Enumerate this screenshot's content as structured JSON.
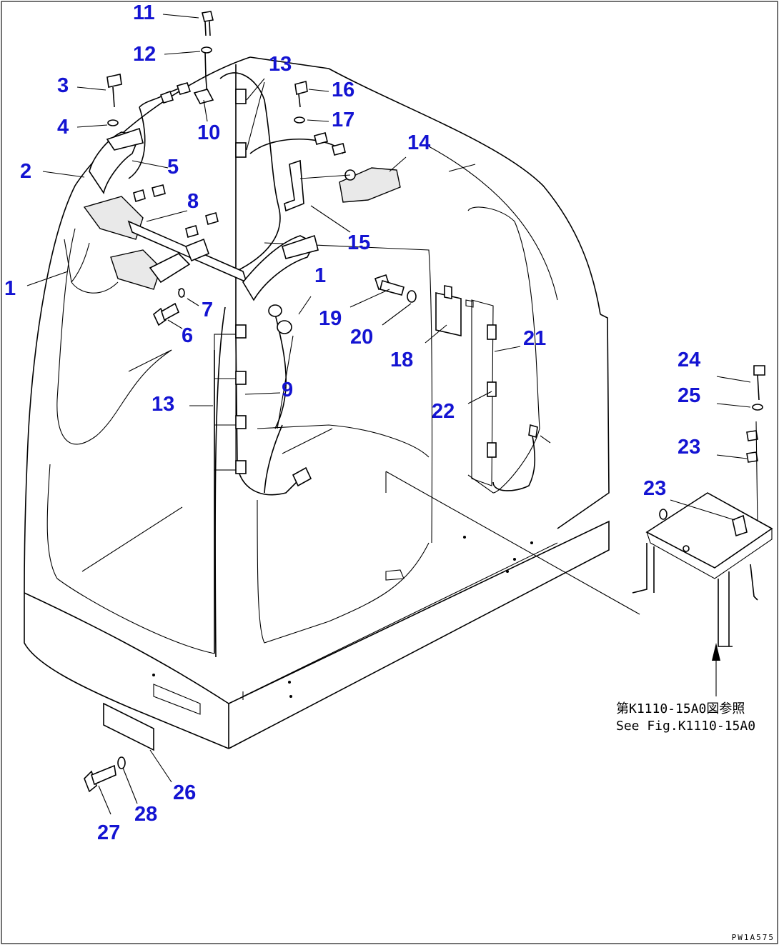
{
  "figure": {
    "drawing_code": "PW1A575",
    "reference_note": {
      "japanese": "第K1110-15A0図参照",
      "english": "See Fig.K1110-15A0"
    },
    "accent_color": "#1414d2",
    "callouts": [
      {
        "id": "c11",
        "label": "11"
      },
      {
        "id": "c12",
        "label": "12"
      },
      {
        "id": "c13a",
        "label": "13"
      },
      {
        "id": "c3",
        "label": "3"
      },
      {
        "id": "c16",
        "label": "16"
      },
      {
        "id": "c4",
        "label": "4"
      },
      {
        "id": "c17",
        "label": "17"
      },
      {
        "id": "c10",
        "label": "10"
      },
      {
        "id": "c14",
        "label": "14"
      },
      {
        "id": "c2",
        "label": "2"
      },
      {
        "id": "c5",
        "label": "5"
      },
      {
        "id": "c8",
        "label": "8"
      },
      {
        "id": "c15",
        "label": "15"
      },
      {
        "id": "c1a",
        "label": "1"
      },
      {
        "id": "c1b",
        "label": "1"
      },
      {
        "id": "c7",
        "label": "7"
      },
      {
        "id": "c19",
        "label": "19"
      },
      {
        "id": "c6",
        "label": "6"
      },
      {
        "id": "c20",
        "label": "20"
      },
      {
        "id": "c21",
        "label": "21"
      },
      {
        "id": "c18",
        "label": "18"
      },
      {
        "id": "c24",
        "label": "24"
      },
      {
        "id": "c9",
        "label": "9"
      },
      {
        "id": "c13b",
        "label": "13"
      },
      {
        "id": "c25",
        "label": "25"
      },
      {
        "id": "c22",
        "label": "22"
      },
      {
        "id": "c23a",
        "label": "23"
      },
      {
        "id": "c23b",
        "label": "23"
      },
      {
        "id": "c26",
        "label": "26"
      },
      {
        "id": "c28",
        "label": "28"
      },
      {
        "id": "c27",
        "label": "27"
      }
    ]
  }
}
